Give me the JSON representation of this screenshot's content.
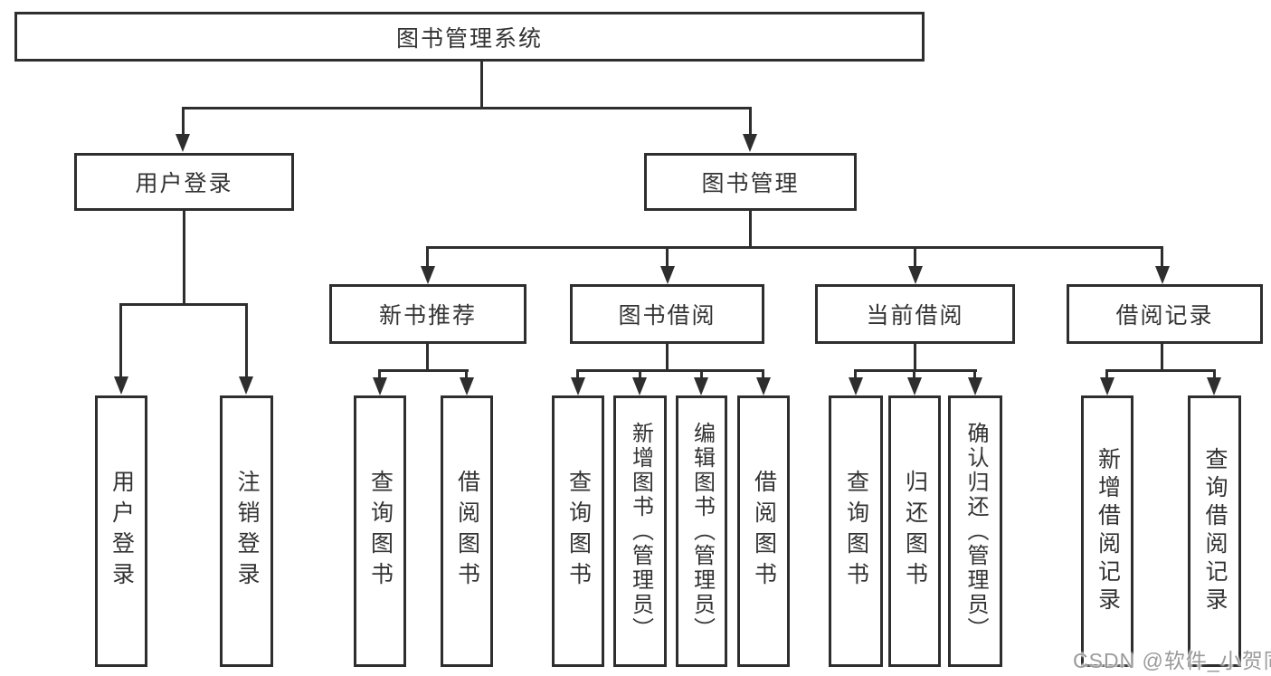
{
  "nodes": {
    "root": "图书管理系统",
    "user_login": "用户登录",
    "book_mgmt": "图书管理",
    "new_book_rec": "新书推荐",
    "book_borrow": "图书借阅",
    "current_borrow": "当前借阅",
    "borrow_record": "借阅记录",
    "leaf_user_login": "用户登录",
    "leaf_logout": "注销登录",
    "leaf_query_book_rec": "查询图书",
    "leaf_borrow_book_rec": "借阅图书",
    "leaf_query_book_borrow": "查询图书",
    "leaf_add_book": "新增图书（管理员）",
    "leaf_edit_book": "编辑图书（管理员）",
    "leaf_borrow_book_borrow": "借阅图书",
    "leaf_query_book_current": "查询图书",
    "leaf_return_book": "归还图书",
    "leaf_confirm_return": "确认归还（管理员）",
    "leaf_add_record": "新增借阅记录",
    "leaf_query_record": "查询借阅记录"
  },
  "tree": {
    "label": "图书管理系统",
    "children": [
      {
        "label": "用户登录",
        "children": [
          {
            "label": "用户登录"
          },
          {
            "label": "注销登录"
          }
        ]
      },
      {
        "label": "图书管理",
        "children": [
          {
            "label": "新书推荐",
            "children": [
              {
                "label": "查询图书"
              },
              {
                "label": "借阅图书"
              }
            ]
          },
          {
            "label": "图书借阅",
            "children": [
              {
                "label": "查询图书"
              },
              {
                "label": "新增图书（管理员）"
              },
              {
                "label": "编辑图书（管理员）"
              },
              {
                "label": "借阅图书"
              }
            ]
          },
          {
            "label": "当前借阅",
            "children": [
              {
                "label": "查询图书"
              },
              {
                "label": "归还图书"
              },
              {
                "label": "确认归还（管理员）"
              }
            ]
          },
          {
            "label": "借阅记录",
            "children": [
              {
                "label": "新增借阅记录"
              },
              {
                "label": "查询借阅记录"
              }
            ]
          }
        ]
      }
    ]
  },
  "watermark": "CSDN @软件_小贺同学",
  "colors": {
    "line": "#2e2e2e",
    "text": "#333333",
    "watermark": "#9b9b9b",
    "background": "#ffffff"
  }
}
